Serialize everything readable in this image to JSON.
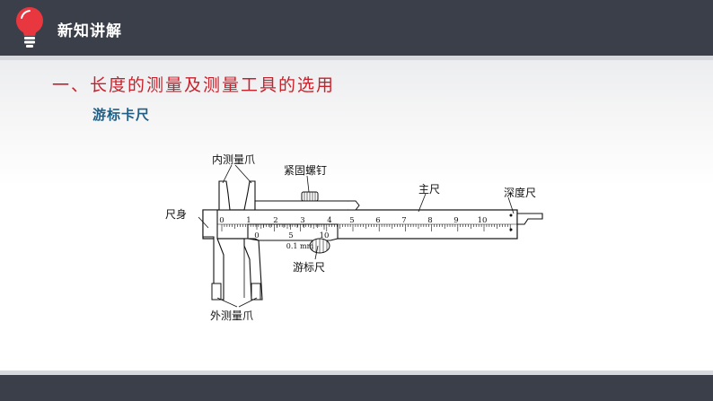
{
  "header": {
    "title": "新知讲解",
    "icon": "lightbulb-icon",
    "accent_color": "#e8373f"
  },
  "section": {
    "title": "一、长度的测量及测量工具的选用",
    "subtitle": "游标卡尺"
  },
  "diagram": {
    "labels": {
      "inner_jaws": "内测量爪",
      "lock_screw": "紧固螺钉",
      "main_scale": "主尺",
      "depth_rod": "深度尺",
      "body": "尺身",
      "vernier": "游标尺",
      "outer_jaws": "外测量爪"
    },
    "scale_numbers": [
      "0",
      "1",
      "2",
      "3",
      "4",
      "5",
      "6",
      "7",
      "8",
      "9",
      "10"
    ],
    "vernier_numbers": [
      "0",
      "5",
      "10"
    ],
    "vernier_unit": "0.1 mm"
  }
}
